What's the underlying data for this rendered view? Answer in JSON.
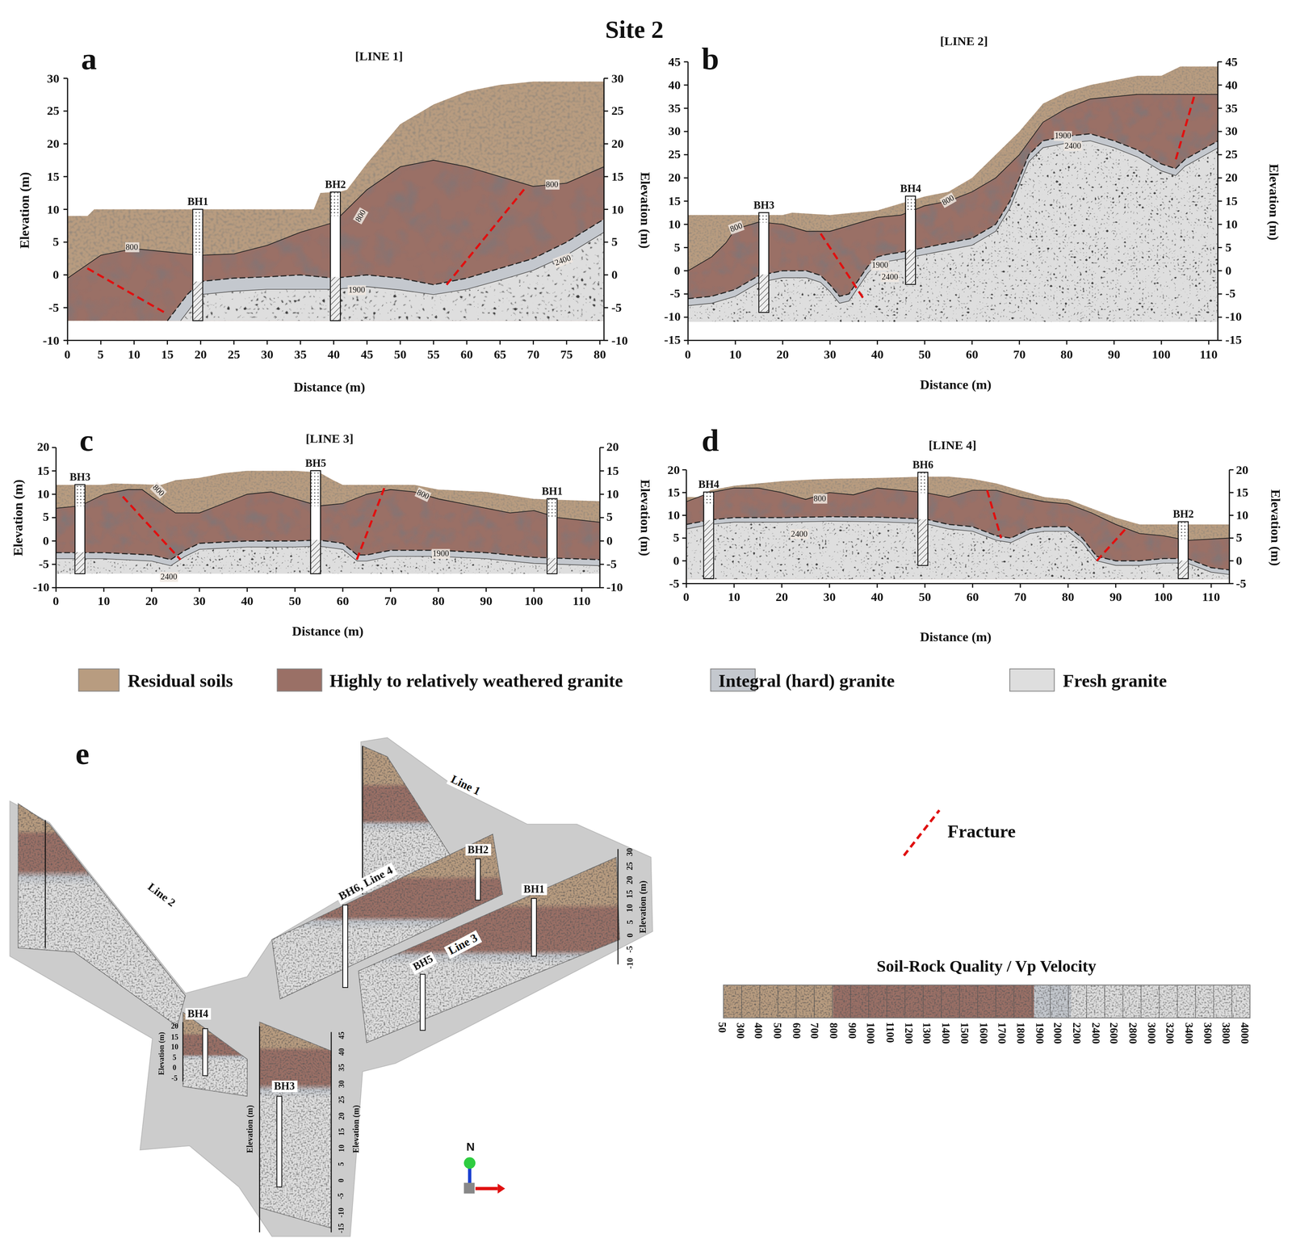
{
  "diagram": {
    "title": "Site 2",
    "labels": [
      "Site 2",
      "a",
      "b",
      "c",
      "d",
      "e",
      "[LINE 1]",
      "[LINE 2]",
      "[LINE 3]",
      "[LINE 4]",
      "30",
      "25",
      "20",
      "15",
      "10",
      "5",
      "0",
      "-5",
      "-10",
      "30",
      "25",
      "20",
      "15",
      "10",
      "5",
      "0",
      "-5",
      "-10",
      "0",
      "5",
      "10",
      "15",
      "20",
      "25",
      "30",
      "35",
      "40",
      "45",
      "50",
      "55",
      "60",
      "65",
      "70",
      "75",
      "80",
      "Elevation (m)",
      "Elevation (m)",
      "Distance (m)",
      "BH1",
      "BH2",
      "800",
      "800",
      "800",
      "1900",
      "2400",
      "45",
      "40",
      "35",
      "30",
      "25",
      "20",
      "15",
      "10",
      "5",
      "0",
      "-5",
      "-10",
      "-15",
      "45",
      "40",
      "35",
      "30",
      "25",
      "20",
      "15",
      "10",
      "5",
      "0",
      "-5",
      "-10",
      "-15",
      "0",
      "10",
      "20",
      "30",
      "40",
      "50",
      "60",
      "70",
      "80",
      "90",
      "100",
      "110",
      "Elevation (m)",
      "Distance (m)",
      "BH3",
      "BH4",
      "800",
      "800",
      "1900",
      "2400",
      "1900",
      "2400",
      "20",
      "15",
      "10",
      "5",
      "0",
      "-5",
      "-10",
      "20",
      "15",
      "10",
      "5",
      "0",
      "-5",
      "-10",
      "0",
      "10",
      "20",
      "30",
      "40",
      "50",
      "60",
      "70",
      "80",
      "90",
      "100",
      "110",
      "Elevation (m)",
      "Elevation (m)",
      "Distance (m)",
      "BH3",
      "BH5",
      "BH1",
      "800",
      "800",
      "2400",
      "1900",
      "20",
      "15",
      "10",
      "5",
      "0",
      "-5",
      "20",
      "15",
      "10",
      "5",
      "0",
      "-5",
      "0",
      "10",
      "20",
      "30",
      "40",
      "50",
      "60",
      "70",
      "80",
      "90",
      "100",
      "110",
      "Elevation (m)",
      "Distance (m)",
      "BH4",
      "BH6",
      "BH2",
      "800",
      "2400",
      "Line 1",
      "Line 2",
      "BH2",
      "BH1",
      "BH6, Line 4",
      "BH5",
      "Line 3",
      "BH4",
      "BH3",
      "30",
      "25",
      "20",
      "15",
      "10",
      "5",
      "0",
      "-5",
      "-10",
      "Elevation (m)",
      "20",
      "15",
      "10",
      "5",
      "0",
      "-5",
      "Elevation (m)",
      "45",
      "40",
      "35",
      "30",
      "25",
      "20",
      "15",
      "10",
      "5",
      "0",
      "-5",
      "-10",
      "-15",
      "Elevation (m)",
      "Elevation (m)",
      "N",
      "Soil-Rock Quality / Vp Velocity",
      "50",
      "300",
      "400",
      "500",
      "600",
      "700",
      "800",
      "900",
      "1000",
      "1100",
      "1200",
      "1300",
      "1400",
      "1500",
      "1600",
      "1700",
      "1800",
      "1900",
      "2000",
      "2200",
      "2400",
      "2600",
      "2800",
      "3000",
      "3200",
      "3400",
      "3600",
      "3800",
      "4000"
    ],
    "legend": [
      {
        "text": "Residual soils",
        "color": "#b89c80"
      },
      {
        "text": "Highly to relatively weathered granite",
        "color": "#9a7066"
      },
      {
        "text": "Integral (hard) granite",
        "color": "#c4c8ce"
      },
      {
        "text": "Fresh granite",
        "color": "#dedede"
      },
      {
        "text": "Fracture"
      }
    ]
  }
}
